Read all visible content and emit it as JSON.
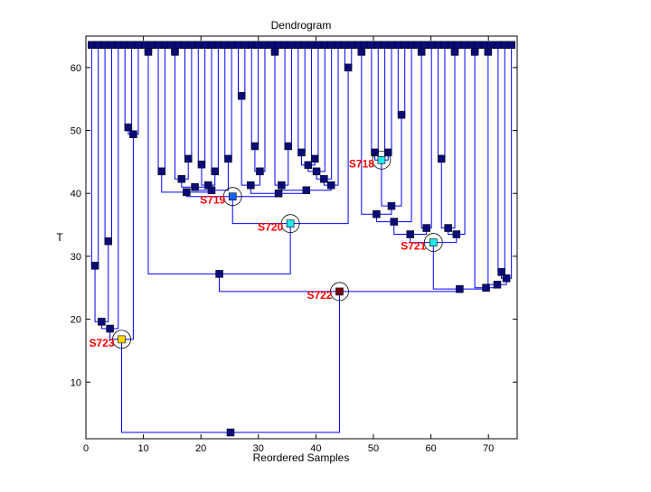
{
  "chart_data": {
    "type": "dendrogram",
    "title": "Dendrogram",
    "xlabel": "Reordered Samples",
    "ylabel": "T",
    "xlim": [
      0,
      75
    ],
    "ylim": [
      1,
      65
    ],
    "xticks": [
      0,
      10,
      20,
      30,
      40,
      50,
      60,
      70
    ],
    "yticks": [
      10,
      20,
      30,
      40,
      50,
      60
    ],
    "leaf_count": 64,
    "leaf_height": 63.6,
    "links": [
      [
        1,
        2,
        28.5
      ],
      [
        3,
        4,
        32.4
      ],
      [
        "n0",
        "n1",
        19.6
      ],
      [
        "n2",
        5,
        18.5
      ],
      [
        6,
        7,
        50.5
      ],
      [
        "n4",
        8,
        49.4
      ],
      [
        "n3",
        "n5",
        16.8
      ],
      [
        9,
        10,
        62.5
      ],
      [
        11,
        12,
        43.5
      ],
      [
        13,
        14,
        62.5
      ],
      [
        15,
        16,
        45.5
      ],
      [
        "n9",
        "n10",
        42.3
      ],
      [
        17,
        18,
        44.6
      ],
      [
        19,
        20,
        43.5
      ],
      [
        "n12",
        "n13",
        41.3
      ],
      [
        "n11",
        "n14",
        41.0
      ],
      [
        21,
        22,
        45.5
      ],
      [
        "n15",
        "n16",
        40.5
      ],
      [
        "n8",
        "n17",
        40.2
      ],
      [
        23,
        24,
        55.5
      ],
      [
        25,
        26,
        47.5
      ],
      [
        "n20",
        27,
        43.5
      ],
      [
        "n19",
        "n21",
        41.3
      ],
      [
        28,
        29,
        62.5
      ],
      [
        30,
        31,
        47.5
      ],
      [
        "n23",
        "n24",
        41.3
      ],
      [
        32,
        33,
        46.5
      ],
      [
        34,
        35,
        45.5
      ],
      [
        "n26",
        "n27",
        44.5
      ],
      [
        "n28",
        36,
        43.5
      ],
      [
        "n29",
        37,
        42.3
      ],
      [
        "n30",
        38,
        41.3
      ],
      [
        "n25",
        "n31",
        40.5
      ],
      [
        "n22",
        "n32",
        40.0
      ],
      [
        "n18",
        "n33",
        39.5
      ],
      [
        39,
        40,
        60.0
      ],
      [
        "n34",
        "n35",
        35.2
      ],
      [
        "n7",
        "n36",
        27.2
      ],
      [
        41,
        42,
        62.5
      ],
      [
        43,
        44,
        46.5
      ],
      [
        45,
        46,
        46.5
      ],
      [
        "n39",
        "n40",
        45.3
      ],
      [
        47,
        48,
        52.5
      ],
      [
        "n41",
        "n42",
        38.0
      ],
      [
        "n38",
        "n43",
        36.7
      ],
      [
        "n44",
        49,
        35.5
      ],
      [
        50,
        51,
        62.5
      ],
      [
        "n46",
        52,
        34.5
      ],
      [
        "n45",
        "n47",
        33.5
      ],
      [
        53,
        54,
        45.5
      ],
      [
        55,
        56,
        62.5
      ],
      [
        "n49",
        "n50",
        34.5
      ],
      [
        "n51",
        57,
        33.5
      ],
      [
        "n48",
        "n52",
        32.2
      ],
      [
        58,
        59,
        62.5
      ],
      [
        60,
        61,
        62.5
      ],
      [
        62,
        63,
        27.5
      ],
      [
        "n56",
        64,
        26.5
      ],
      [
        "n55",
        "n57",
        25.5
      ],
      [
        "n54",
        "n58",
        25.0
      ],
      [
        "n53",
        "n59",
        24.8
      ],
      [
        "n37",
        "n60",
        24.4
      ],
      [
        "n6",
        "n61",
        2.0
      ]
    ],
    "highlighted_nodes": [
      {
        "label": "S718",
        "node": "n41",
        "color": "#20e8e8"
      },
      {
        "label": "S719",
        "node": "n34",
        "color": "#1464ff"
      },
      {
        "label": "S720",
        "node": "n36",
        "color": "#20e8e8"
      },
      {
        "label": "S721",
        "node": "n53",
        "color": "#20e8e8"
      },
      {
        "label": "S722",
        "node": "n61",
        "color": "#7a0000"
      },
      {
        "label": "S723",
        "node": "n6",
        "color": "#ffd700"
      }
    ],
    "colors": {
      "link": "#0000ff",
      "node": "#0a0a78",
      "label": "#ff0000"
    }
  }
}
